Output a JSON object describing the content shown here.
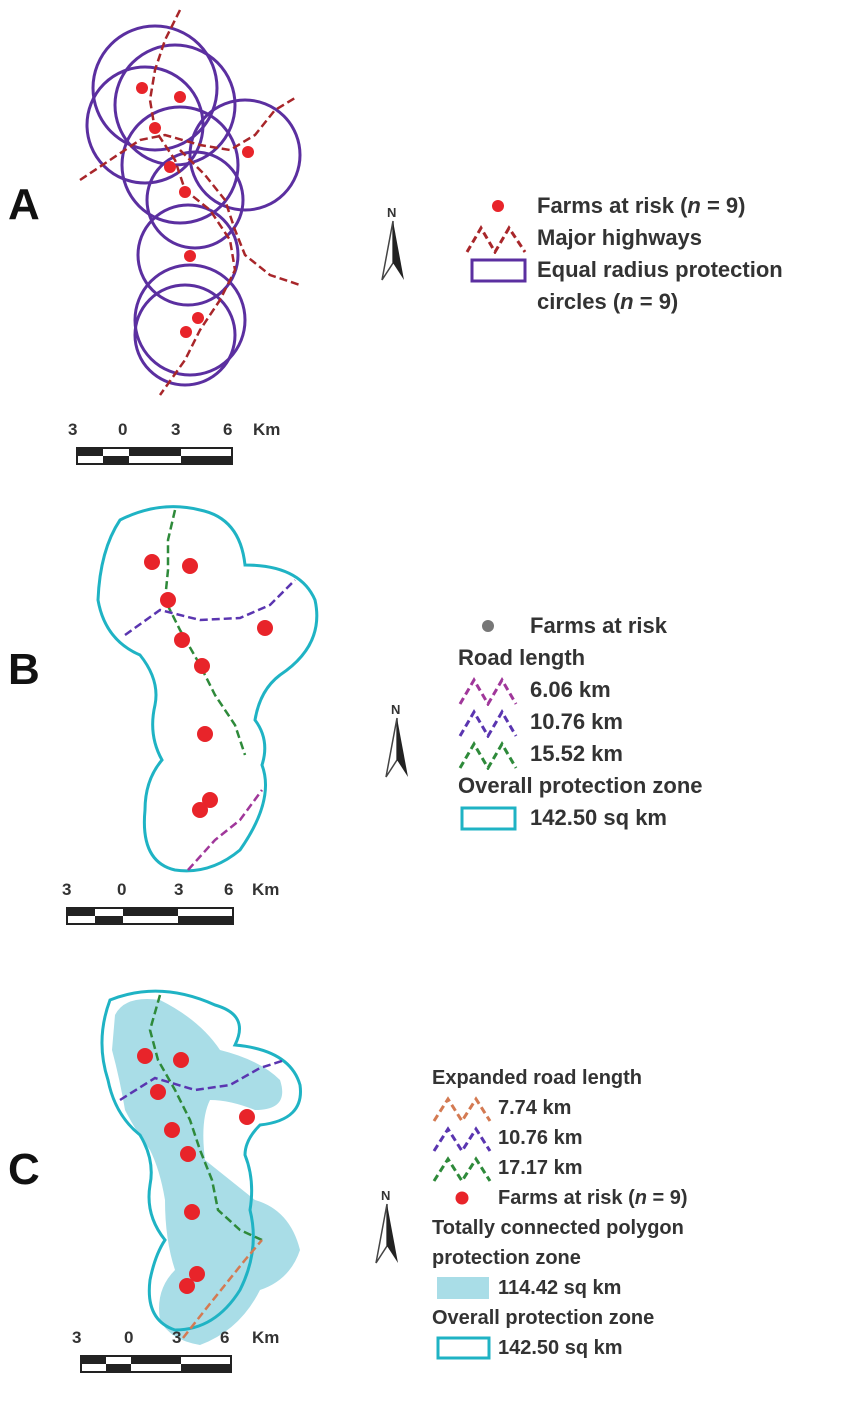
{
  "panels": {
    "a": {
      "letter": "A",
      "legend": {
        "farms": "Farms at risk (",
        "farms_n": "n",
        "farms_count": " = 9)",
        "highways": "Major highways",
        "circles_line1": "Equal radius protection",
        "circles_line2": "circles (",
        "circles_n": "n",
        "circles_count": " = 9)"
      },
      "north": "N",
      "scale": {
        "ticks": [
          "3",
          "0",
          "3",
          "6"
        ],
        "unit": "Km"
      }
    },
    "b": {
      "letter": "B",
      "legend": {
        "farms": "Farms at risk",
        "road_length": "Road length",
        "road1": "6.06 km",
        "road2": "10.76 km",
        "road3": "15.52 km",
        "overall": "Overall protection zone",
        "overall_area": "142.50 sq km"
      },
      "north": "N",
      "scale": {
        "ticks": [
          "3",
          "0",
          "3",
          "6"
        ],
        "unit": "Km"
      }
    },
    "c": {
      "letter": "C",
      "legend": {
        "expanded": "Expanded road length",
        "road1": "7.74 km",
        "road2": "10.76 km",
        "road3": "17.17 km",
        "farms": "Farms at risk (",
        "farms_n": "n",
        "farms_count": " = 9)",
        "polygon_line1": "Totally connected polygon",
        "polygon_line2": "protection zone",
        "polygon_area": "114.42 sq km",
        "overall": "Overall protection zone",
        "overall_area": "142.50 sq km"
      },
      "north": "N",
      "scale": {
        "ticks": [
          "3",
          "0",
          "3",
          "6"
        ],
        "unit": "Km"
      }
    }
  },
  "colors": {
    "farm": "#e8242a",
    "highway": "#a8262a",
    "circle": "#5b2fa0",
    "zone_outline": "#1fb3c4",
    "zone_fill": "#a9dde7",
    "road_short_b": "#a0379a",
    "road_mid": "#5a35b0",
    "road_long": "#2e8a3a",
    "road_short_c": "#d47a52"
  }
}
